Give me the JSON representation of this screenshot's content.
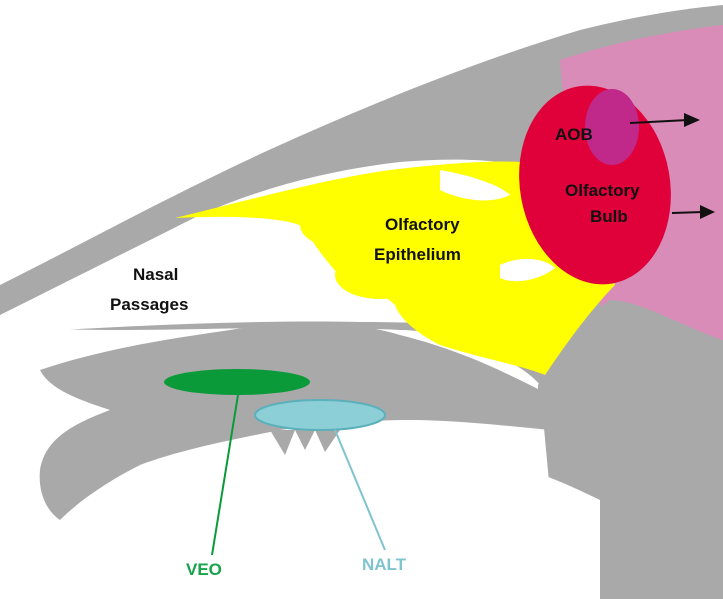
{
  "labels": {
    "aob": "AOB",
    "olfactory_bulb_line1": "Olfactory",
    "olfactory_bulb_line2": "Bulb",
    "olfactory_epithelium_line1": "Olfactory",
    "olfactory_epithelium_line2": "Epithelium",
    "nasal_passages_line1": "Nasal",
    "nasal_passages_line2": "Passages",
    "veo": "VEO",
    "nalt": "NALT"
  },
  "colors": {
    "tissue": "#a9a9a9",
    "olfactory_bulb": "#e0003a",
    "aob": "#c0288a",
    "brain": "#d98cb8",
    "epithelium": "#ffff00",
    "veo": "#0a9a3a",
    "nalt": "#8ccfd6",
    "label_dark": "#111111",
    "label_white": "#ffffff",
    "veo_label": "#16a34a",
    "nalt_label": "#7fc3cf"
  }
}
